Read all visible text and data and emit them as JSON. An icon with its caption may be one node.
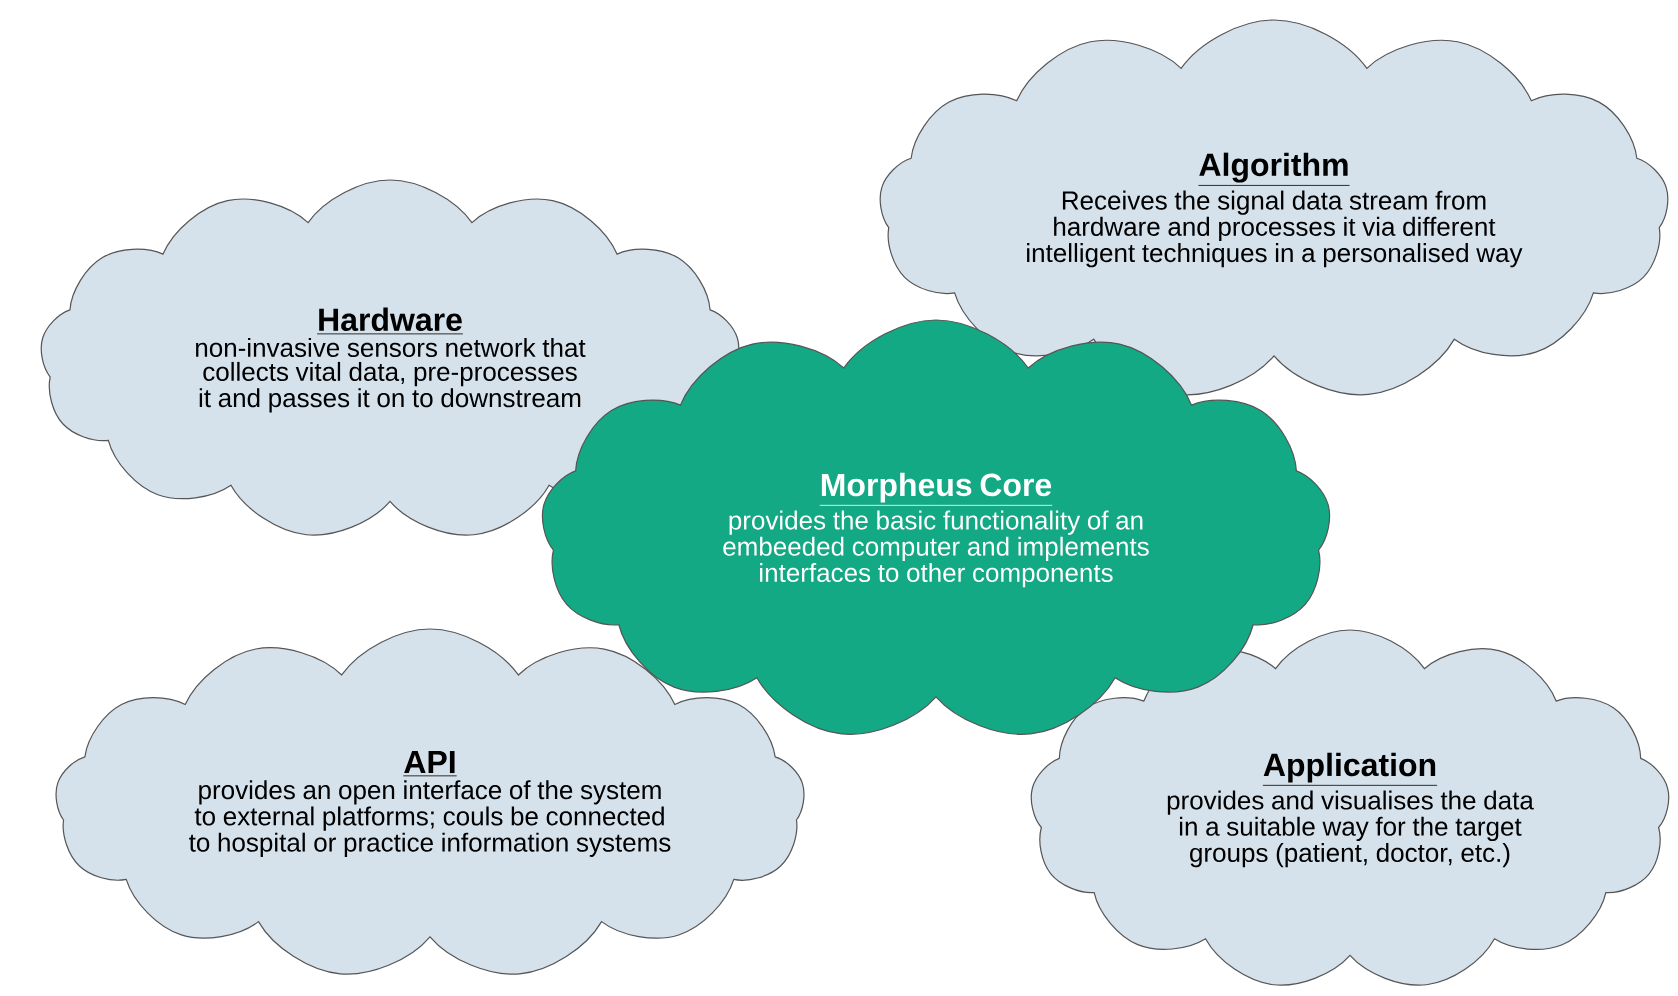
{
  "diagram": {
    "nodes": [
      {
        "text": [
          "Algorithm",
          "Receives the signal data stream from hardware and processes it via different intelligent techniques in a personalised way"
        ]
      },
      {
        "text": [
          "Hardware",
          "non-invasive sensors network that collects vital data, pre-processes it and passes it on to downstream"
        ]
      },
      {
        "text": [
          "Morpheus Core",
          "provides the basic functionality of an embeeded computer and implements interfaces to other components"
        ]
      },
      {
        "text": [
          "API",
          "provides an open interface of the system to external platforms; couls be connected to hospital or practice information systems"
        ]
      },
      {
        "text": [
          "Application",
          "provides and visualises the data in a suitable way for the target groups (patient, doctor, etc.)"
        ]
      }
    ]
  }
}
